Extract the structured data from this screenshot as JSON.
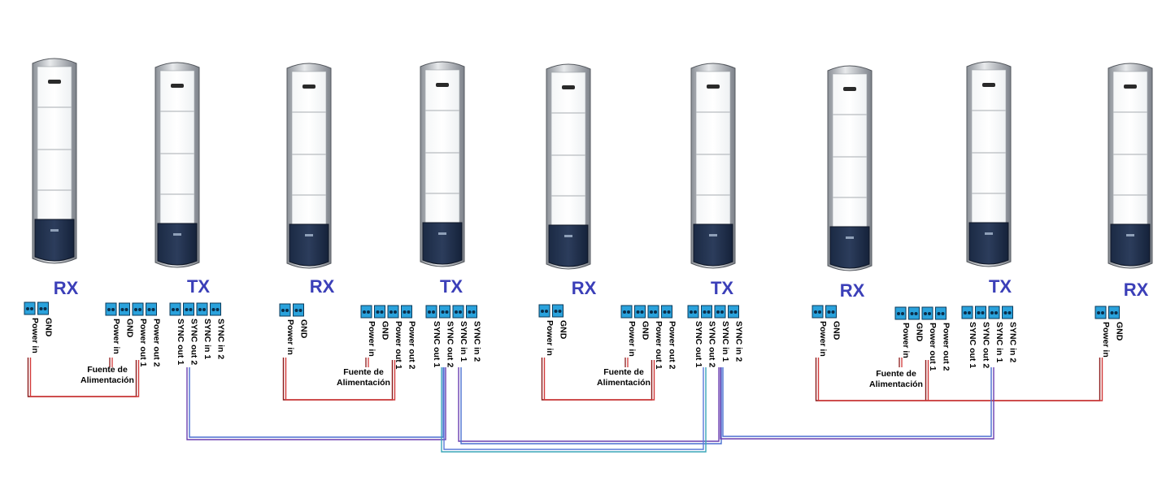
{
  "gates": [
    {
      "label": "RX"
    },
    {
      "label": "TX"
    },
    {
      "label": "RX"
    },
    {
      "label": "TX"
    },
    {
      "label": "RX"
    },
    {
      "label": "TX"
    },
    {
      "label": "RX"
    },
    {
      "label": "TX"
    },
    {
      "label": "RX"
    }
  ],
  "terminals": {
    "power_in": "Power in",
    "gnd": "GND",
    "power_out_1": "Power out 1",
    "power_out_2": "Power out 2",
    "sync_out_1": "SYNC out 1",
    "sync_out_2": "SYNC out 2",
    "sync_in_1": "SYNC in 1",
    "sync_in_2": "SYNC in 2"
  },
  "power_supply": {
    "line1": "Fuente de",
    "line2": "Alimentación"
  },
  "colors": {
    "gate_label": "#3b3fb8",
    "terminal": "#2aa2dc",
    "power_wire": "#8b1a1a",
    "sync_wire_purple": "#6a3fb0",
    "sync_wire_cyan": "#3aa6b9"
  }
}
